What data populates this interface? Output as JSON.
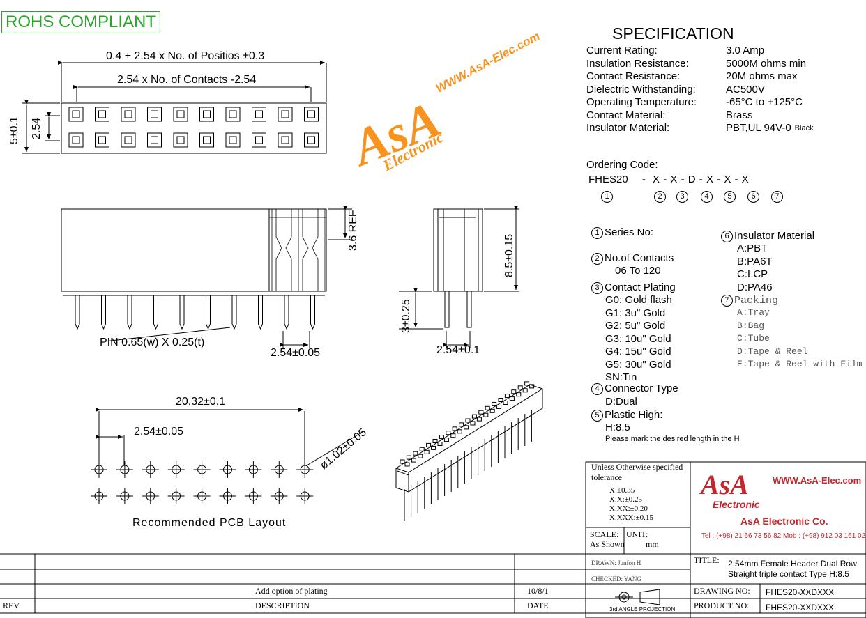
{
  "rohs": "ROHS COMPLIANT",
  "watermark": {
    "url": "WWW.AsA-Elec.com",
    "logo": "AsA",
    "sub": "Electronic"
  },
  "dims": {
    "overall": "0.4 +  2.54 x No. of Positios ±0.3",
    "contacts": "2.54 x  No. of Contacts -2.54",
    "height_a": "5±0.1",
    "height_b": "2.54",
    "ref": "3.6 REF",
    "side_h": "8.5±0.15",
    "pin_len": "3±0.25",
    "pin": "PIN 0.65(w) X 0.25(t)",
    "pitch_front": "2.54±0.05",
    "pitch_side": "2.54±0.1",
    "pcb_span": "20.32±0.1",
    "pcb_pitch": "2.54±0.05",
    "hole": "ø1.02±0.05",
    "pcb_caption": "Recommended  PCB  Layout"
  },
  "spec": {
    "title": "SPECIFICATION",
    "rows": [
      {
        "k": "Current Rating:",
        "v": "3.0 Amp"
      },
      {
        "k": "Insulation Resistance:",
        "v": "5000M ohms min"
      },
      {
        "k": "Contact Resistance:",
        "v": "20M ohms max"
      },
      {
        "k": "Dielectric Withstanding:",
        "v": "AC500V"
      },
      {
        "k": "Operating Temperature:",
        "v": " -65°C  to  +125°C"
      },
      {
        "k": "Contact Material:",
        "v": "Brass"
      },
      {
        "k": "Insulator Material:",
        "v": "PBT,UL 94V-0",
        "note": "Black"
      }
    ]
  },
  "ordering": {
    "label": "Ordering Code:",
    "code": "FHES20",
    "seg": [
      "X",
      "X",
      "D",
      "X",
      "X",
      "X"
    ],
    "nums": [
      "1",
      "2",
      "3",
      "4",
      "5",
      "6",
      "7"
    ]
  },
  "options": {
    "series": "Series No:",
    "contacts": "No.of Contacts",
    "contacts_range": "06 To 120",
    "plating": "Contact Plating",
    "plating_items": [
      "G0: Gold flash",
      "G1:  3u\" Gold",
      "G2:  5u\" Gold",
      "G3: 10u\" Gold",
      "G4: 15u\" Gold",
      "G5: 30u\" Gold",
      "SN:Tin"
    ],
    "connector": "Connector Type",
    "connector_val": "D:Dual",
    "plastic": "Plastic High:",
    "plastic_val": "H:8.5",
    "plastic_note": "Please mark the desired length in the H",
    "insulator": "Insulator Material",
    "insulator_items": [
      "A:PBT",
      "B:PA6T",
      "C:LCP",
      "D:PA46"
    ],
    "packing": "Packing",
    "packing_items": [
      "A:Tray",
      "B:Bag",
      "C:Tube",
      "D:Tape & Reel",
      "E:Tape & Reel with Film"
    ]
  },
  "titleblock": {
    "tol_title": "Unless Otherwise specified",
    "tol_sub": "tolerance",
    "tol_rows": [
      "X:±0.35",
      "X.X:±0.25",
      "X.XX:±0.20",
      "X.XXX:±0.15"
    ],
    "scale_label": "SCALE:",
    "scale_val": "As Shown",
    "unit_label": "UNIT:",
    "unit_val": "mm",
    "company_url": "WWW.AsA-Elec.com",
    "company_logo": "AsA",
    "company_sub": "Electronic",
    "company_name": "AsA Electronic Co.",
    "company_tel": "Tel : (+98) 21 66 73 56 82 Mob : (+98) 912 03 161 02",
    "drawn": "DRAWN:  Junfon H",
    "checked": "CHECKED:  YANG",
    "projection": "3rd ANGLE PROJECTION",
    "title_label": "TITLE:",
    "title_line1": "2.54mm Female Header Dual Row",
    "title_line2": "Straight triple contact Type H:8.5",
    "drawing_no_label": "DRAWING NO:",
    "drawing_no": "FHES20-XXDXXX",
    "product_no_label": "PRODUCT NO:",
    "product_no": "FHES20-XXDXXX",
    "rev_label": "REV",
    "desc_label": "DESCRIPTION",
    "date_label": "DATE",
    "rev_desc": "Add option of plating",
    "rev_date": "10/8/1"
  },
  "colors": {
    "rohs": "#2aa52a",
    "brand_orange": "#f7931e",
    "brand_red": "#c1272d"
  }
}
